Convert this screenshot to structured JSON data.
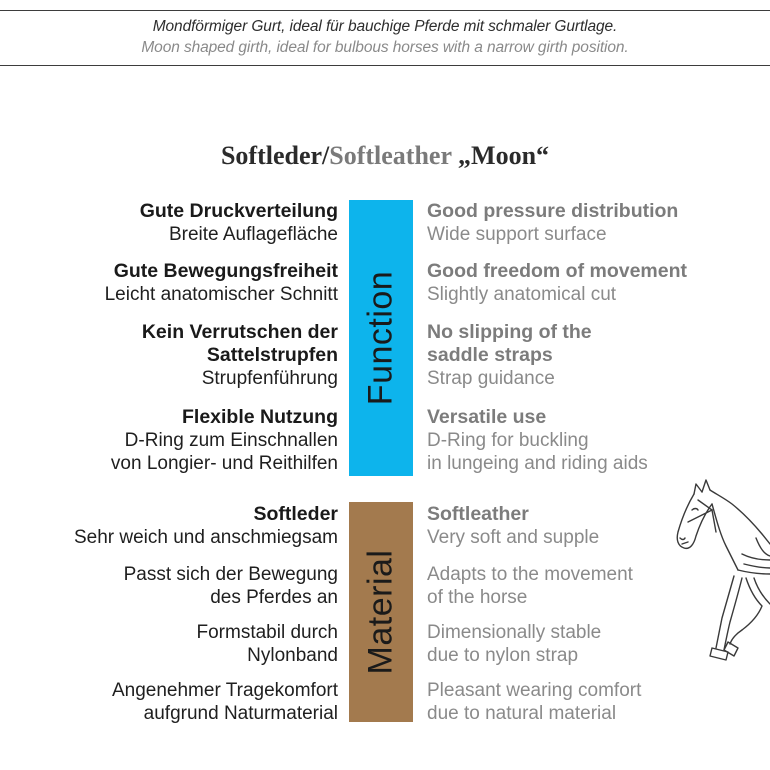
{
  "banner": {
    "de": "Mondförmiger Gurt, ideal für bauchige Pferde mit schmaler Gurtlage.",
    "en": "Moon shaped girth, ideal for bulbous horses with a narrow girth position."
  },
  "title": {
    "part1": "Softleder/",
    "part2": "Softleather",
    "part3": " „Moon“"
  },
  "bars": {
    "function_label": "Function",
    "material_label": "Material",
    "function_color": "#0db4ec",
    "material_color": "#a37a4e"
  },
  "function": {
    "de": [
      {
        "head": [
          "Gute Druckverteilung"
        ],
        "sub": [
          "Breite Auflagefläche"
        ]
      },
      {
        "head": [
          "Gute Bewegungsfreiheit"
        ],
        "sub": [
          "Leicht anatomischer Schnitt"
        ]
      },
      {
        "head": [
          "Kein Verrutschen der",
          "Sattelstrupfen"
        ],
        "sub": [
          "Strupfenführung"
        ]
      },
      {
        "head": [
          "Flexible Nutzung"
        ],
        "sub": [
          "D-Ring zum Einschnallen",
          "von Longier- und Reithilfen"
        ]
      }
    ],
    "en": [
      {
        "head": [
          "Good pressure distribution"
        ],
        "sub": [
          "Wide support surface"
        ]
      },
      {
        "head": [
          "Good freedom of movement"
        ],
        "sub": [
          "Slightly anatomical cut"
        ]
      },
      {
        "head": [
          "No slipping of the",
          "saddle straps"
        ],
        "sub": [
          "Strap guidance"
        ]
      },
      {
        "head": [
          "Versatile use"
        ],
        "sub": [
          "D-Ring for buckling",
          "in lungeing and riding aids"
        ]
      }
    ]
  },
  "material": {
    "de": [
      {
        "head": [
          "Softleder"
        ],
        "sub": [
          "Sehr weich und anschmiegsam"
        ]
      },
      {
        "head": [],
        "sub": [
          "Passt sich der Bewegung",
          "des Pferdes an"
        ]
      },
      {
        "head": [],
        "sub": [
          "Formstabil durch",
          "Nylonband"
        ]
      },
      {
        "head": [],
        "sub": [
          "Angenehmer Tragekomfort",
          "aufgrund Naturmaterial"
        ]
      }
    ],
    "en": [
      {
        "head": [
          "Softleather"
        ],
        "sub": [
          "Very soft and supple"
        ]
      },
      {
        "head": [],
        "sub": [
          "Adapts to the movement",
          "of the horse"
        ]
      },
      {
        "head": [],
        "sub": [
          "Dimensionally stable",
          "due to nylon strap"
        ]
      },
      {
        "head": [],
        "sub": [
          "Pleasant wearing comfort",
          "due to natural material"
        ]
      }
    ]
  },
  "illustration": {
    "icon": "horse-sketch-icon"
  }
}
